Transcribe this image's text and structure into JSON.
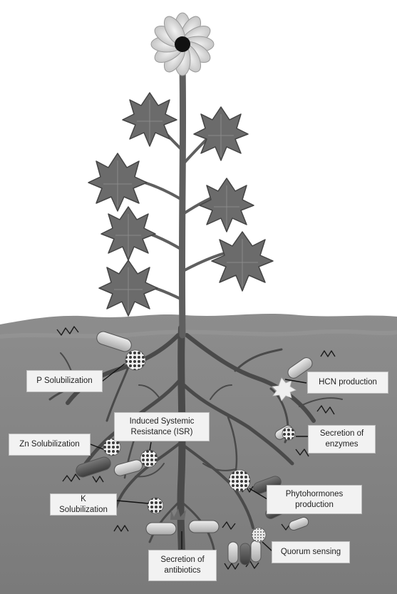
{
  "labels": {
    "p_solubilization": "P Solubilization",
    "hcn_production": "HCN production",
    "isr": "Induced Systemic Resistance (ISR)",
    "zn_solubilization": "Zn Solubilization",
    "secretion_enzymes": "Secretion of enzymes",
    "phytohormones": "Phytohormones production",
    "k_solubilization": "K Solubilization",
    "quorum_sensing": "Quorum sensing",
    "secretion_antibiotics": "Secretion of antibiotics"
  },
  "colors": {
    "soil": "#8a8a8a",
    "stem": "#5f5f5f",
    "leaf": "#6b6b6b",
    "petal": "#d6d6d6",
    "root": "#4a4a4a",
    "label_bg": "#f2f2f2"
  }
}
